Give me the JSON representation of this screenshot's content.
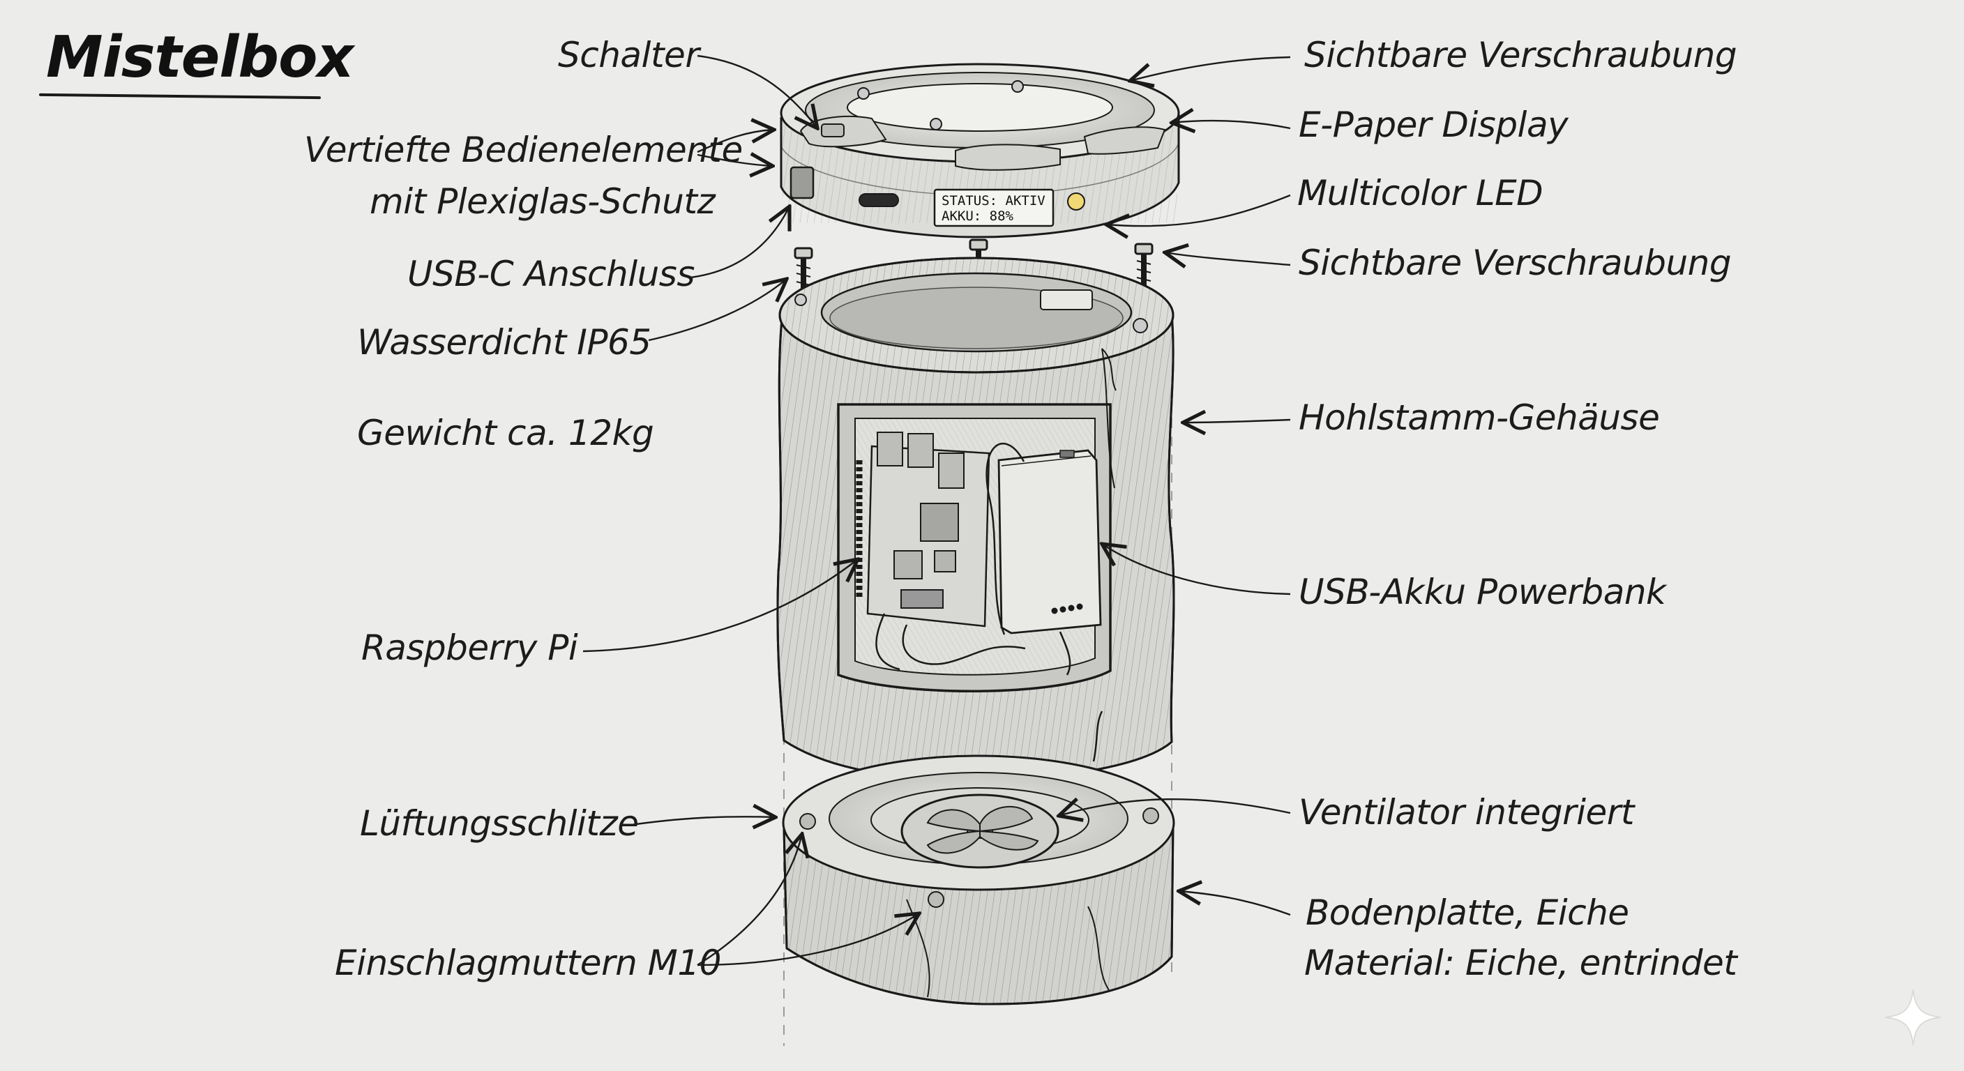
{
  "title": "Mistelbox",
  "display_screen": {
    "line1": "STATUS: AKTIV",
    "line2": "AKKU: 88%"
  },
  "labels": {
    "schalter": "Schalter",
    "bedienelemente_1": "Vertiefte Bedienelemente",
    "bedienelemente_2": "mit Plexiglas-Schutz",
    "usb_c": "USB-C Anschluss",
    "wasserdicht": "Wasserdicht IP65",
    "gewicht": "Gewicht ca. 12kg",
    "raspberry": "Raspberry Pi",
    "lueftung": "Lüftungsschlitze",
    "einschlag": "Einschlagmuttern M10",
    "verschraubung_top": "Sichtbare Verschraubung",
    "epaper": "E-Paper Display",
    "led": "Multicolor LED",
    "verschraubung_mid": "Sichtbare Verschraubung",
    "hohlstamm": "Hohlstamm-Gehäuse",
    "powerbank": "USB-Akku Powerbank",
    "ventilator": "Ventilator integriert",
    "bodenplatte": "Bodenplatte, Eiche",
    "material": "Material: Eiche, entrindet"
  },
  "icons": {
    "watermark": "sparkle-icon"
  }
}
